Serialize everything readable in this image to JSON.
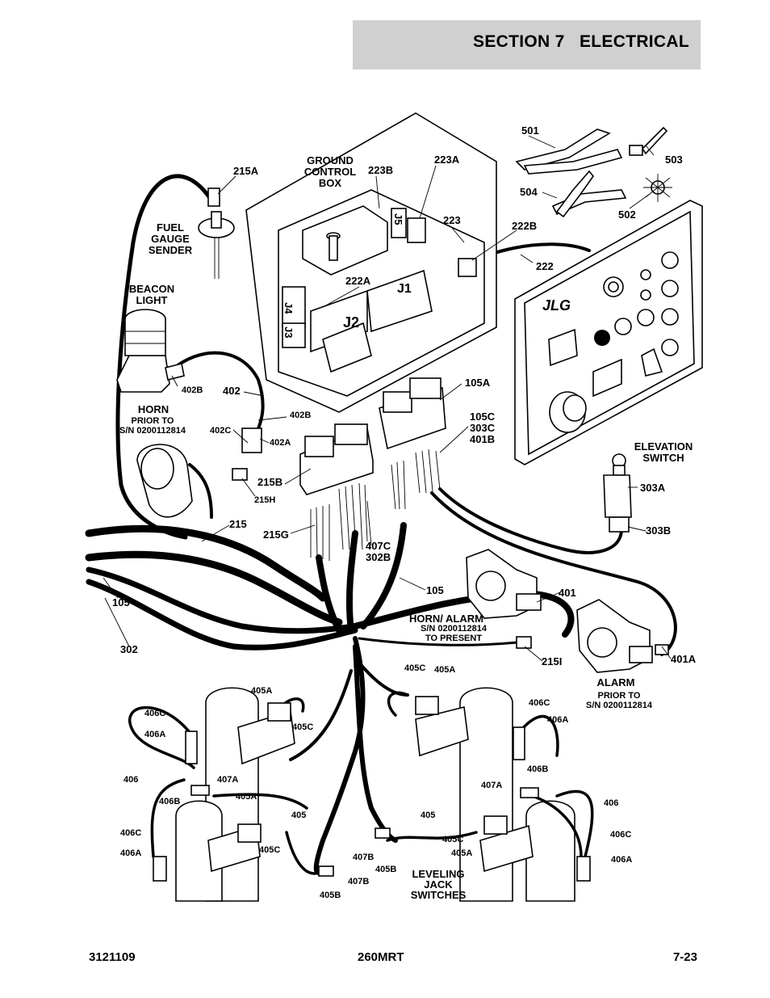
{
  "header": {
    "section": "SECTION 7",
    "title": "ELECTRICAL"
  },
  "footer": {
    "doc_number": "3121109",
    "model": "260MRT",
    "page": "7-23"
  },
  "labels": {
    "fuel_gauge_sender": [
      "FUEL",
      "GAUGE",
      "SENDER"
    ],
    "beacon_light": [
      "BEACON",
      "LIGHT"
    ],
    "horn": "HORN",
    "horn_prior": [
      "PRIOR TO",
      "S/N 0200112814"
    ],
    "ground_control_box": [
      "GROUND",
      "CONTROL",
      "BOX"
    ],
    "elevation_switch": [
      "ELEVATION",
      "SWITCH"
    ],
    "horn_alarm": "HORN/ ALARM",
    "horn_alarm_sn": [
      "S/N 0200112814",
      "TO PRESENT"
    ],
    "alarm": "ALARM",
    "alarm_prior": [
      "PRIOR TO",
      "S/N 0200112814"
    ],
    "leveling_jack_switches": [
      "LEVELING",
      "JACK",
      "SWITCHES"
    ],
    "j1": "J1",
    "j2": "J2",
    "j3": "J3",
    "j4": "J4",
    "j5": "J5",
    "jlg": "JLG"
  },
  "callouts": {
    "c215A": "215A",
    "c223B": "223B",
    "c223A": "223A",
    "c223": "223",
    "c222B": "222B",
    "c222": "222",
    "c222A": "222A",
    "c501": "501",
    "c503": "503",
    "c504": "504",
    "c502": "502",
    "c402B_a": "402B",
    "c402": "402",
    "c402B_b": "402B",
    "c402C": "402C",
    "c402A": "402A",
    "c215B": "215B",
    "c215H": "215H",
    "c215": "215",
    "c215G": "215G",
    "c105A": "105A",
    "c105C": "105C",
    "c303C": "303C",
    "c401B": "401B",
    "c303A": "303A",
    "c303B": "303B",
    "c407C": "407C",
    "c302B": "302B",
    "c105_a": "105",
    "c105_b": "105",
    "c302": "302",
    "c401": "401",
    "c215I": "215I",
    "c401A": "401A",
    "c405C_a": "405C",
    "c405A_a": "405A",
    "c405A_b": "405A",
    "c405C_b": "405C",
    "c406C_a": "406C",
    "c406A_a": "406A",
    "c406C_b": "406C",
    "c406A_b": "406A",
    "c406_a": "406",
    "c407A_a": "407A",
    "c406B_a": "406B",
    "c405A_c": "405A",
    "c405": "405",
    "c405C_c": "405C",
    "c406C_c": "406C",
    "c406A_c": "406A",
    "c405B_a": "405B",
    "c407B_a": "407B",
    "c407B_b": "407B",
    "c405B_b": "405B",
    "c405_b": "405",
    "c405C_d": "405C",
    "c405A_d": "405A",
    "c407A_b": "407A",
    "c406B_b": "406B",
    "c406_b": "406",
    "c406C_d": "406C",
    "c406A_d": "406A"
  }
}
